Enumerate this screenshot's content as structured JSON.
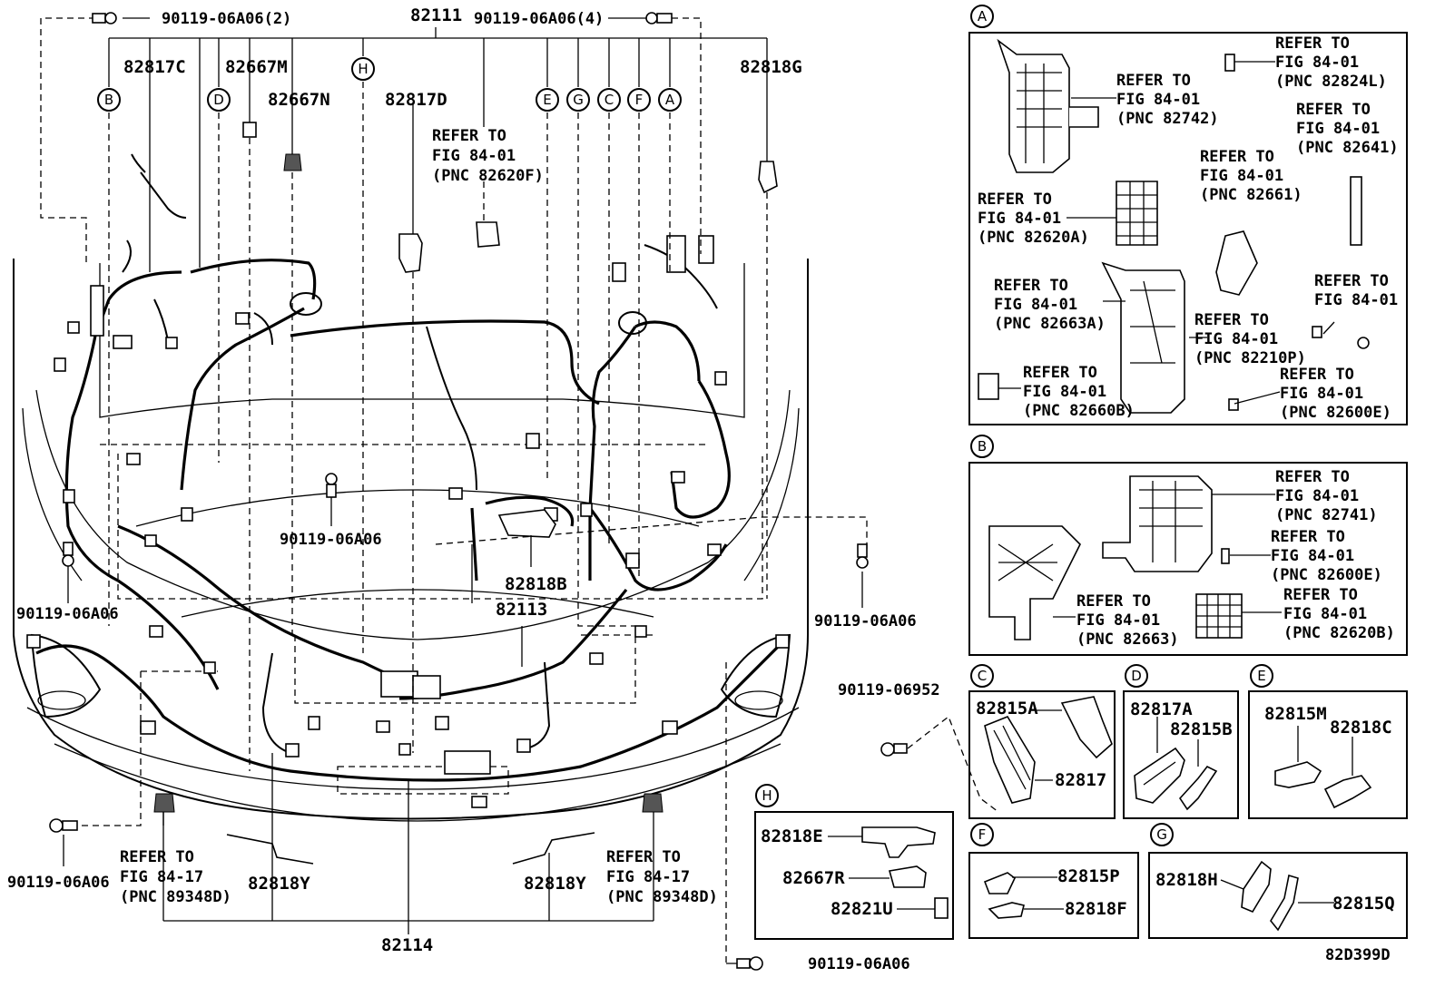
{
  "main_labels": {
    "l82111": "82111",
    "l82817C": "82817C",
    "l82667M": "82667M",
    "l82667N": "82667N",
    "l82817D": "82817D",
    "l82818G": "82818G",
    "bolt_top_left": "90119-06A06(2)",
    "bolt_top_right": "90119-06A06(4)",
    "bolt_center": "90119-06A06",
    "bolt_left": "90119-06A06",
    "bolt_right": "90119-06A06",
    "bolt_bottom_left": "90119-06A06",
    "bolt_bottom": "90119-06A06",
    "l82818B": "82818B",
    "l82113": "82113",
    "l82818Y_left": "82818Y",
    "l82818Y_right": "82818Y",
    "l82114": "82114",
    "ref_center": [
      "REFER TO",
      "FIG 84-01",
      "(PNC 82620F)"
    ],
    "ref_bottom_left": [
      "REFER TO",
      "FIG 84-17",
      "(PNC 89348D)"
    ],
    "ref_bottom_right": [
      "REFER TO",
      "FIG 84-17",
      "(PNC 89348D)"
    ]
  },
  "callout_letters": [
    "B",
    "D",
    "H",
    "E",
    "G",
    "C",
    "F",
    "A"
  ],
  "panel_A": {
    "letter": "A",
    "refs": [
      [
        "REFER TO",
        "FIG 84-01",
        "(PNC 82824L)"
      ],
      [
        "REFER TO",
        "FIG 84-01",
        "(PNC 82742)"
      ],
      [
        "REFER TO",
        "FIG 84-01",
        "(PNC 82641)"
      ],
      [
        "REFER TO",
        "FIG 84-01",
        "(PNC 82661)"
      ],
      [
        "REFER TO",
        "FIG 84-01",
        "(PNC 82620A)"
      ],
      [
        "REFER TO",
        "FIG 84-01",
        "(PNC 82663A)"
      ],
      [
        "REFER TO",
        "FIG 84-01"
      ],
      [
        "REFER TO",
        "FIG 84-01",
        "(PNC 82210P)"
      ],
      [
        "REFER TO",
        "FIG 84-01",
        "(PNC 82660B)"
      ],
      [
        "REFER TO",
        "FIG 84-01",
        "(PNC 82600E)"
      ]
    ]
  },
  "panel_B": {
    "letter": "B",
    "refs": [
      [
        "REFER TO",
        "FIG 84-01",
        "(PNC 82741)"
      ],
      [
        "REFER TO",
        "FIG 84-01",
        "(PNC 82600E)"
      ],
      [
        "REFER TO",
        "FIG 84-01",
        "(PNC 82663)"
      ],
      [
        "REFER TO",
        "FIG 84-01",
        "(PNC 82620B)"
      ]
    ]
  },
  "panel_C": {
    "letter": "C",
    "bolt": "90119-06952",
    "labels": [
      "82815A",
      "82817"
    ]
  },
  "panel_D": {
    "letter": "D",
    "labels": [
      "82817A",
      "82815B"
    ]
  },
  "panel_E": {
    "letter": "E",
    "labels": [
      "82815M",
      "82818C"
    ]
  },
  "panel_F": {
    "letter": "F",
    "labels": [
      "82815P",
      "82818F"
    ]
  },
  "panel_G": {
    "letter": "G",
    "labels": [
      "82818H",
      "82815Q"
    ]
  },
  "panel_H": {
    "letter": "H",
    "labels": [
      "82818E",
      "82667R",
      "82821U"
    ]
  },
  "figure_id": "82D399D"
}
